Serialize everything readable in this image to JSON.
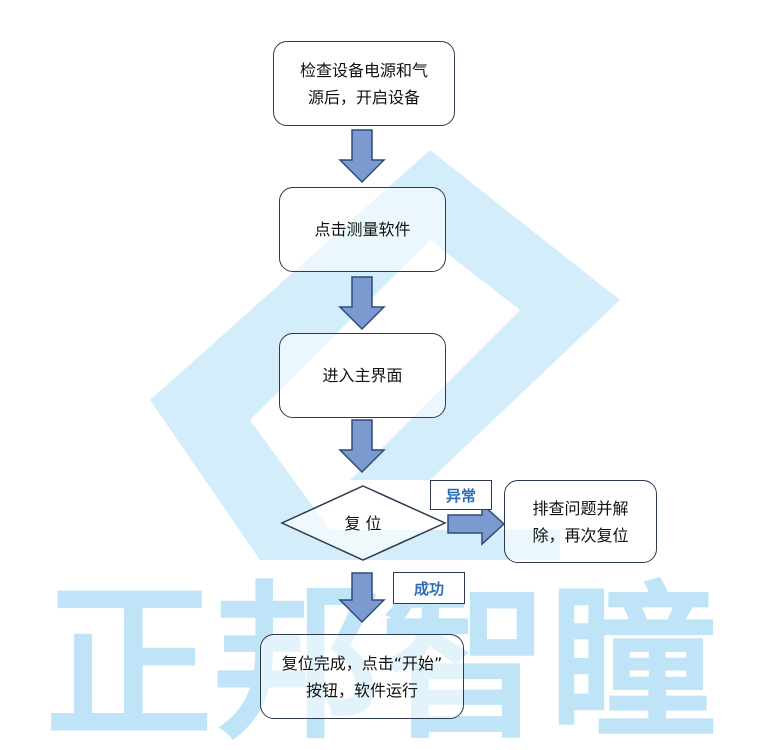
{
  "steps": {
    "step1": {
      "line1": "检查设备电源和气",
      "line2": "源后，开启设备"
    },
    "step2": {
      "text": "点击测量软件"
    },
    "step3": {
      "text": "进入主界面"
    },
    "decision": {
      "text": "复 位"
    },
    "exception": {
      "line1": "排查问题并解",
      "line2": "除，再次复位"
    },
    "final": {
      "line1": "复位完成，点击“开始”",
      "line2": "按钮，软件运行"
    }
  },
  "labels": {
    "abnormal": "异常",
    "success": "成功"
  },
  "watermark": {
    "text": "正邦智瞳",
    "color": "#bfe4f8"
  },
  "colors": {
    "arrow_fill": "#7b9ad0",
    "arrow_stroke": "#2f4a7a",
    "border": "#2c3a4f",
    "label_text": "#2f6db3"
  }
}
